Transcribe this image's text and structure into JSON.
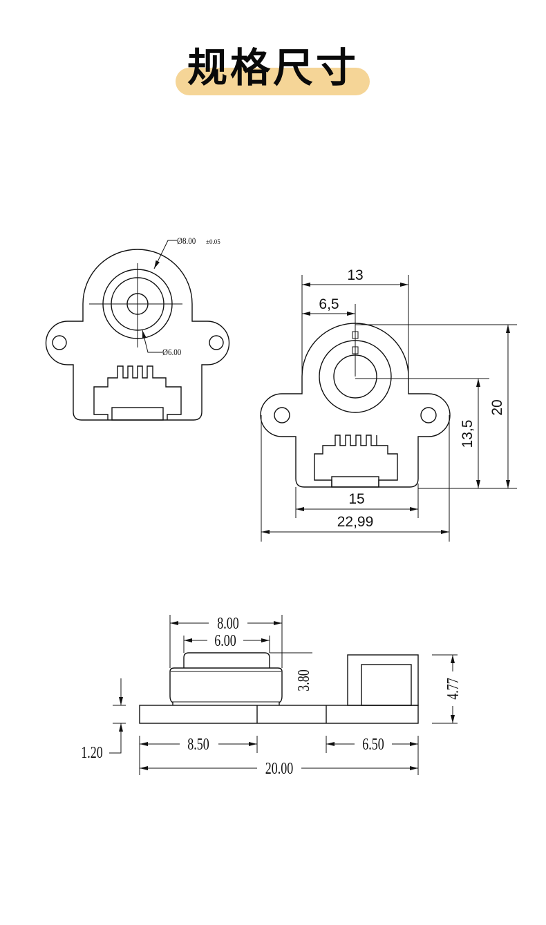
{
  "title": "规格尺寸",
  "colors": {
    "title_highlight": "#f5d597",
    "line": "#111111"
  },
  "front_view": {
    "outer_diameter_label": "Ø8.00",
    "outer_tolerance": "±0.05",
    "inner_diameter_label": "Ø6.00"
  },
  "dimension_view": {
    "width_13": "13",
    "offset_6_5": "6,5",
    "height_20": "20",
    "center_height_13_5": "13,5",
    "body_width_15": "15",
    "total_width_22_99": "22,99"
  },
  "side_view": {
    "dim_8_00": "8.00",
    "dim_6_00": "6.00",
    "dim_3_80": "3.80",
    "dim_4_77": "4.77",
    "dim_1_20": "1.20",
    "dim_8_50": "8.50",
    "dim_6_50": "6.50",
    "dim_20_00": "20.00"
  }
}
